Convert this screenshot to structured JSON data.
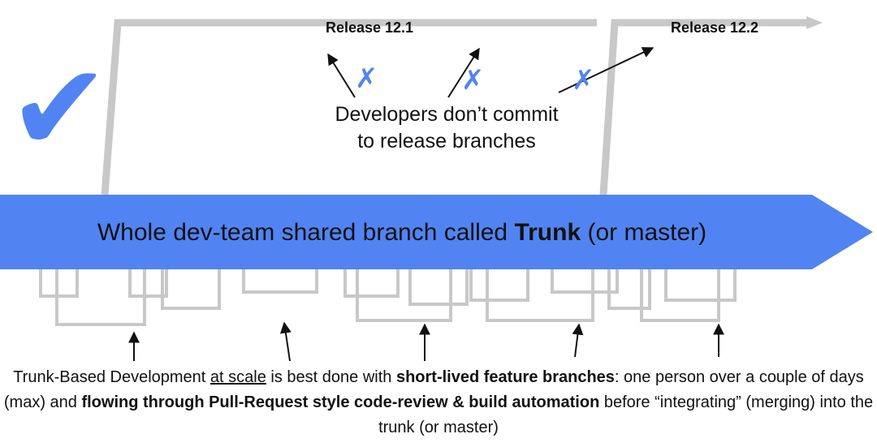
{
  "colors": {
    "trunk": "#5184F2",
    "branch_gray": "#C8C8C8",
    "arrow": "#111111",
    "mark_blue": "#5184F2"
  },
  "icons": {
    "check": "check-icon",
    "cross": "cross-icon"
  },
  "releases": [
    {
      "label": "Release 12.1"
    },
    {
      "label": "Release 12.2"
    }
  ],
  "check_glyph": "✔",
  "cross_glyph": "✗",
  "release_note": {
    "line1": "Developers don’t commit",
    "line2": "to release branches"
  },
  "trunk": {
    "prefix": "Whole dev-team shared branch called ",
    "name": "Trunk",
    "suffix": " (or master)"
  },
  "caption": {
    "t1": "Trunk-Based Development ",
    "t2": "at scale",
    "t3": " is best done with ",
    "t4": "short-lived feature branches",
    "t5": ": one person over a couple of days (max) and ",
    "t6": "flowing through Pull-Request style code-review & build automation",
    "t7": " before “integrating” (merging) into the trunk (or master)"
  }
}
